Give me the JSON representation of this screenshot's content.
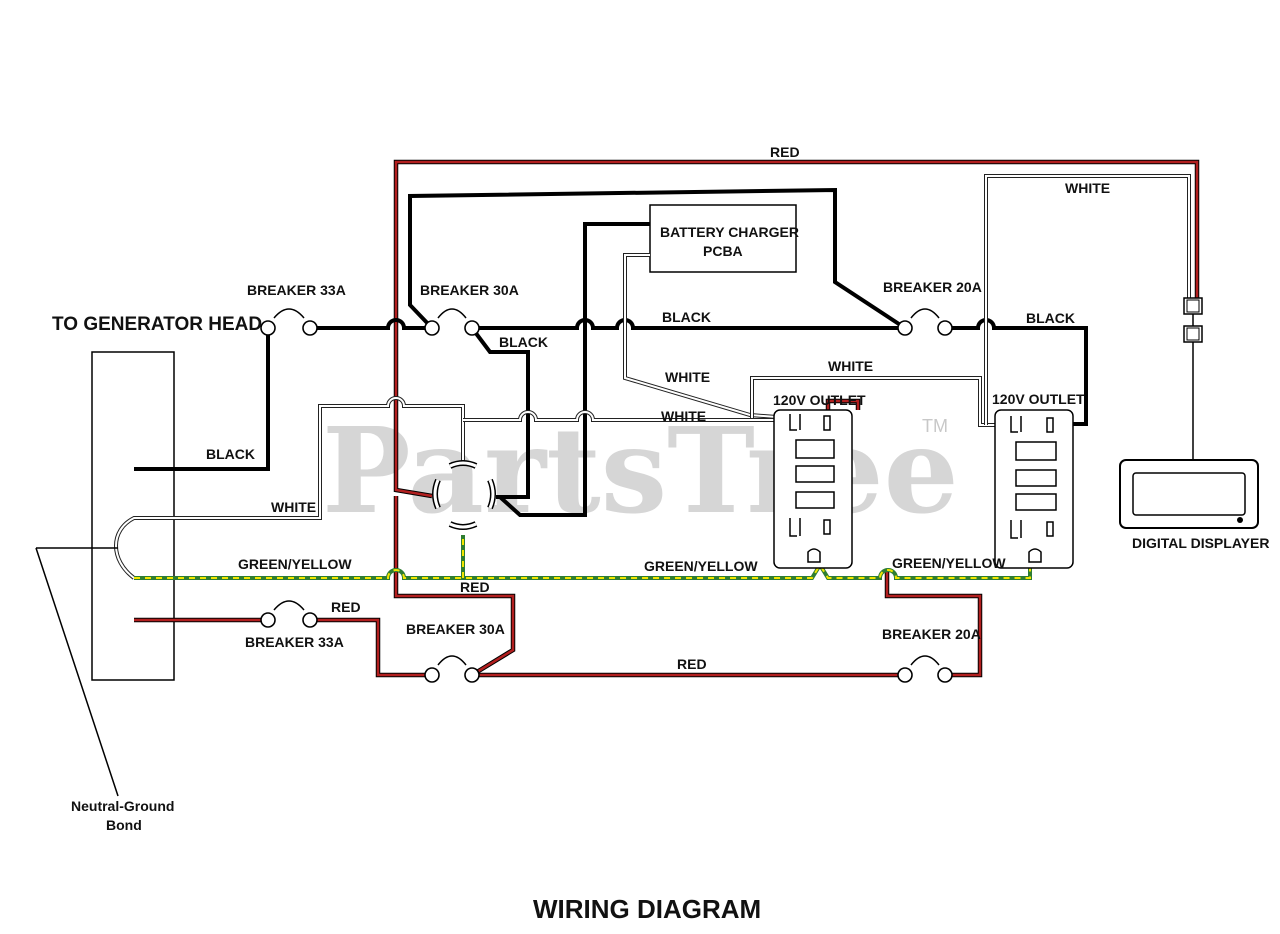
{
  "title": "WIRING DIAGRAM",
  "watermark": "PartsTree",
  "watermark_tm": "TM",
  "labels": {
    "generator_head": "TO GENERATOR HEAD",
    "breaker_33a_top": "BREAKER 33A",
    "breaker_30a_top": "BREAKER 30A",
    "breaker_20a_top": "BREAKER 20A",
    "breaker_33a_bottom": "BREAKER 33A",
    "breaker_30a_bottom": "BREAKER 30A",
    "breaker_20a_bottom": "BREAKER 20A",
    "battery_charger_line1": "BATTERY CHARGER",
    "battery_charger_line2": "PCBA",
    "outlet_left": "120V OUTLET",
    "outlet_right": "120V OUTLET",
    "digital_displayer": "DIGITAL DISPLAYER",
    "neutral_ground_line1": "Neutral-Ground",
    "neutral_ground_line2": "Bond",
    "red_top": "RED",
    "white_top_right": "WHITE",
    "black_1": "BLACK",
    "black_2": "BLACK",
    "black_3": "BLACK",
    "black_4": "BLACK",
    "white_1": "WHITE",
    "white_2": "WHITE",
    "white_3": "WHITE",
    "white_4": "WHITE",
    "green_yellow_1": "GREEN/YELLOW",
    "green_yellow_2": "GREEN/YELLOW",
    "green_yellow_3": "GREEN/YELLOW",
    "red_1": "RED",
    "red_2": "RED",
    "red_3": "RED"
  },
  "wire_colors": {
    "black": "#000000",
    "red": "#b21f1f",
    "white": "#ffffff",
    "green": "#2e7d32",
    "yellow": "#f2e600"
  }
}
